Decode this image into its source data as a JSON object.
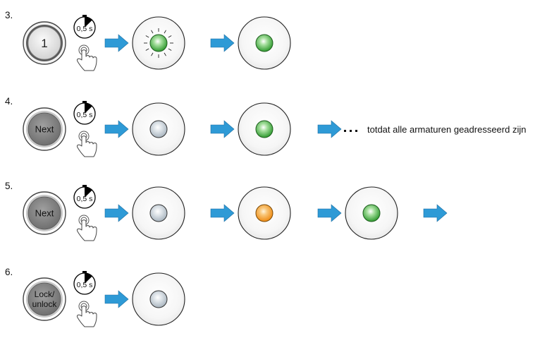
{
  "steps": [
    {
      "number": "3.",
      "button_lines": [
        "1"
      ],
      "button_style": "light",
      "timer_label": "0,5 s",
      "indicators": [
        "green-blinking",
        "green"
      ],
      "trailing_arrow": false,
      "trailing_text": ""
    },
    {
      "number": "4.",
      "button_lines": [
        "Next"
      ],
      "button_style": "dark",
      "timer_label": "0,5 s",
      "indicators": [
        "grey",
        "green"
      ],
      "trailing_arrow": true,
      "trailing_dots": true,
      "trailing_text": "totdat alle armaturen geadresseerd zijn"
    },
    {
      "number": "5.",
      "button_lines": [
        "Next"
      ],
      "button_style": "dark",
      "timer_label": "0,5 s",
      "indicators": [
        "grey",
        "orange",
        "green"
      ],
      "trailing_arrow": true,
      "trailing_dots": false,
      "trailing_text": ""
    },
    {
      "number": "6.",
      "button_lines": [
        "Lock/",
        "unlock"
      ],
      "button_style": "dark",
      "timer_label": "0,5 s",
      "indicators": [
        "grey"
      ],
      "trailing_arrow": false,
      "trailing_text": ""
    }
  ],
  "colors": {
    "arrow": "#2e9ad6",
    "green": "#3aa53a",
    "orange": "#f2961d",
    "grey": "#b8c3cc",
    "dark_button": "#7f7f7f",
    "light_button": "#d9d9d9"
  },
  "icons": {
    "timer": "stopwatch-icon",
    "press": "finger-press-icon",
    "arrow": "right-arrow-icon"
  }
}
